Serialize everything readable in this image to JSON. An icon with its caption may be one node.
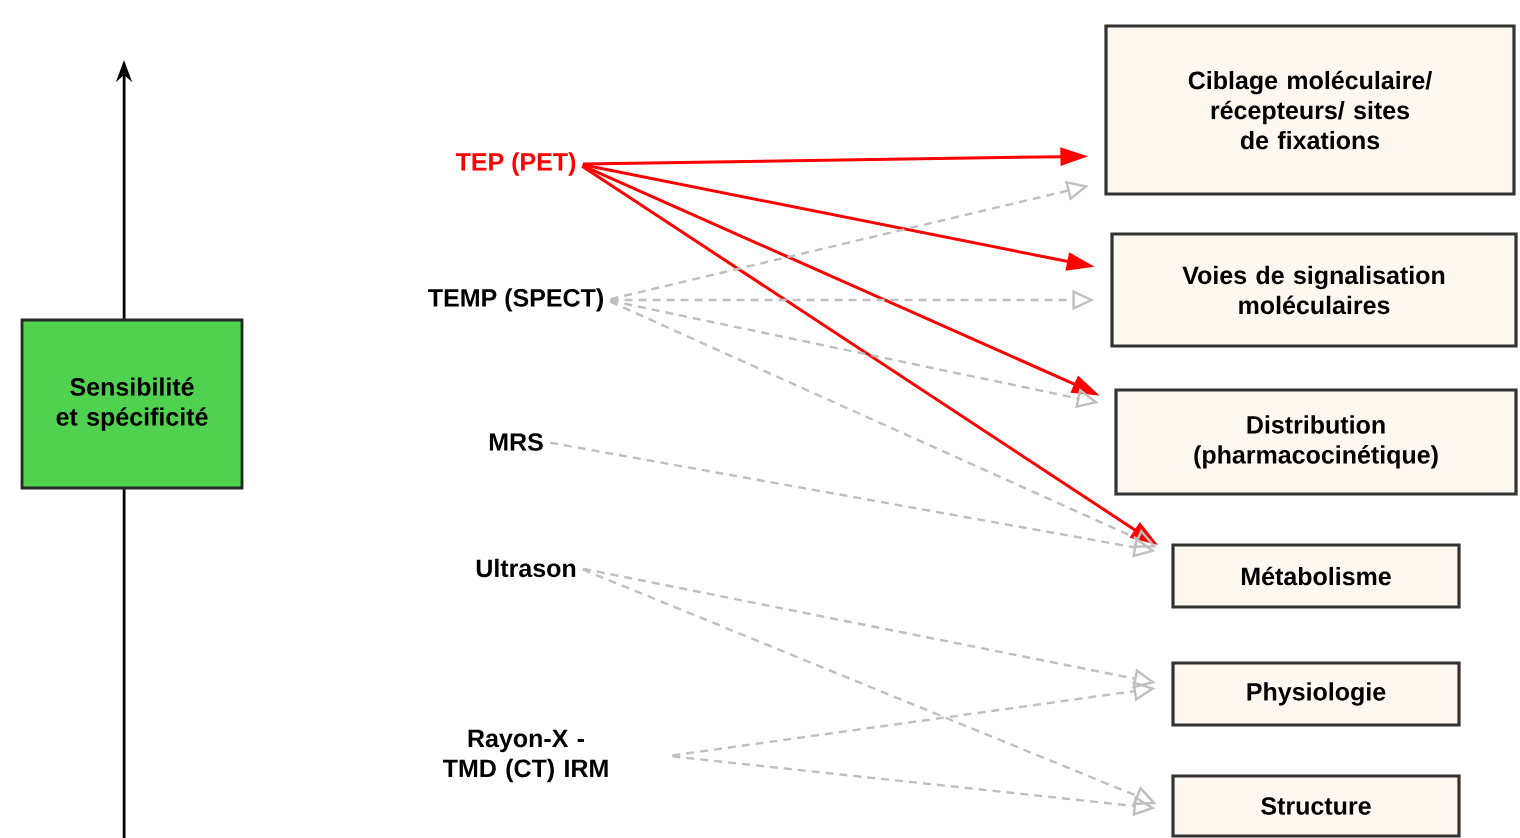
{
  "diagram": {
    "nodes": [
      {
        "text": [
          "Sensibilité et spécificité"
        ]
      },
      {
        "text": [
          "TEP (PET)"
        ]
      },
      {
        "text": [
          "TEMP (SPECT)"
        ]
      },
      {
        "text": [
          "MRS"
        ]
      },
      {
        "text": [
          "Ultrason"
        ]
      },
      {
        "text": [
          "Rayon-X - TMD (CT) IRM"
        ]
      },
      {
        "text": [
          "Ciblage moléculaire/ récepteurs/ sites de fixations"
        ]
      },
      {
        "text": [
          "Voies de signalisation moléculaires"
        ]
      },
      {
        "text": [
          "Distribution (pharmacocinétique)"
        ]
      },
      {
        "text": [
          "Métabolisme"
        ]
      },
      {
        "text": [
          "Physiologie"
        ]
      },
      {
        "text": [
          "Structure"
        ]
      }
    ],
    "edges": [
      {
        "from": 1,
        "to": 6,
        "arrow": "to",
        "color": "#ff0000"
      },
      {
        "from": 1,
        "to": 7,
        "arrow": "to",
        "color": "#ff0000"
      },
      {
        "from": 1,
        "to": 8,
        "arrow": "to",
        "color": "#ff0000"
      },
      {
        "from": 1,
        "to": 9,
        "arrow": "to",
        "color": "#ff0000"
      },
      {
        "from": 2,
        "to": 6,
        "arrow": "to",
        "style": "dashed"
      },
      {
        "from": 2,
        "to": 7,
        "arrow": "to",
        "style": "dashed"
      },
      {
        "from": 2,
        "to": 8,
        "arrow": "to",
        "style": "dashed"
      },
      {
        "from": 2,
        "to": 9,
        "arrow": "to",
        "style": "dashed"
      },
      {
        "from": 3,
        "to": 9,
        "arrow": "to",
        "style": "dashed"
      },
      {
        "from": 4,
        "to": 10,
        "arrow": "to",
        "style": "dashed"
      },
      {
        "from": 4,
        "to": 11,
        "arrow": "to",
        "style": "dashed"
      },
      {
        "from": 5,
        "to": 10,
        "arrow": "to",
        "style": "dashed"
      },
      {
        "from": 5,
        "to": 11,
        "arrow": "to",
        "style": "dashed"
      }
    ]
  }
}
